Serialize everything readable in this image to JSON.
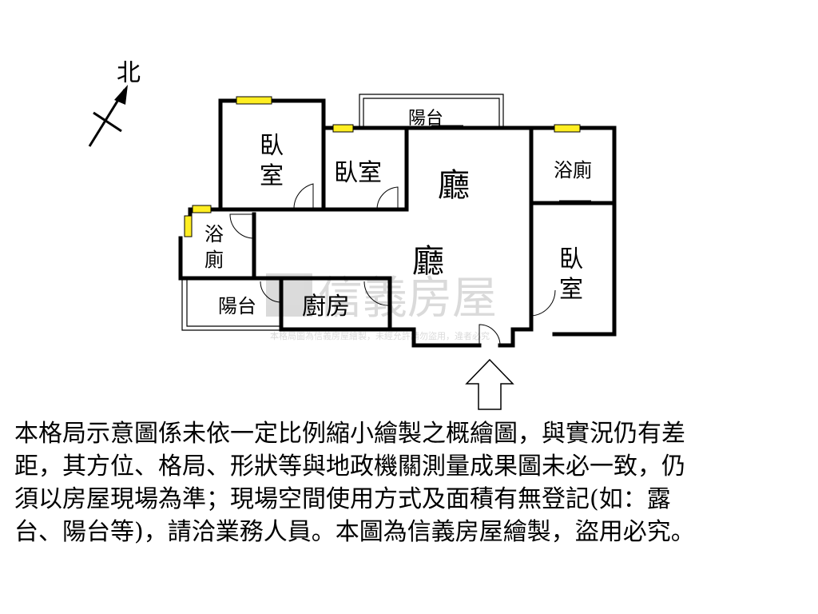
{
  "compass": {
    "north_label": "北"
  },
  "rooms": {
    "bedroom_nw_line1": "臥",
    "bedroom_nw_line2": "室",
    "bedroom_n": "臥室",
    "balcony_n": "陽台",
    "living_upper": "廳",
    "living_lower": "廳",
    "bath_ne": "浴廁",
    "bath_w_line1": "浴",
    "bath_w_line2": "廁",
    "bedroom_e_line1": "臥",
    "bedroom_e_line2": "室",
    "balcony_sw": "陽台",
    "kitchen": "廚房"
  },
  "watermark": {
    "brand": "信義房屋",
    "subtext": "本格局圖為信義房屋繪製，未經允許請勿盜用，違者必究"
  },
  "disclaimer_lines": [
    "本格局示意圖係未依一定比例縮小繪製之概繪圖，與實況仍有差",
    "距，其方位、格局、形狀等與地政機關測量成果圖未必一致，仍",
    "須以房屋現場為準；現場空間使用方式及面積有無登記(如：露",
    "台、陽台等)，請洽業務人員。本圖為信義房屋繪製，盜用必究。"
  ],
  "colors": {
    "wall": "#000000",
    "window": "#ffee22",
    "watermark": "#c8c8c8"
  }
}
